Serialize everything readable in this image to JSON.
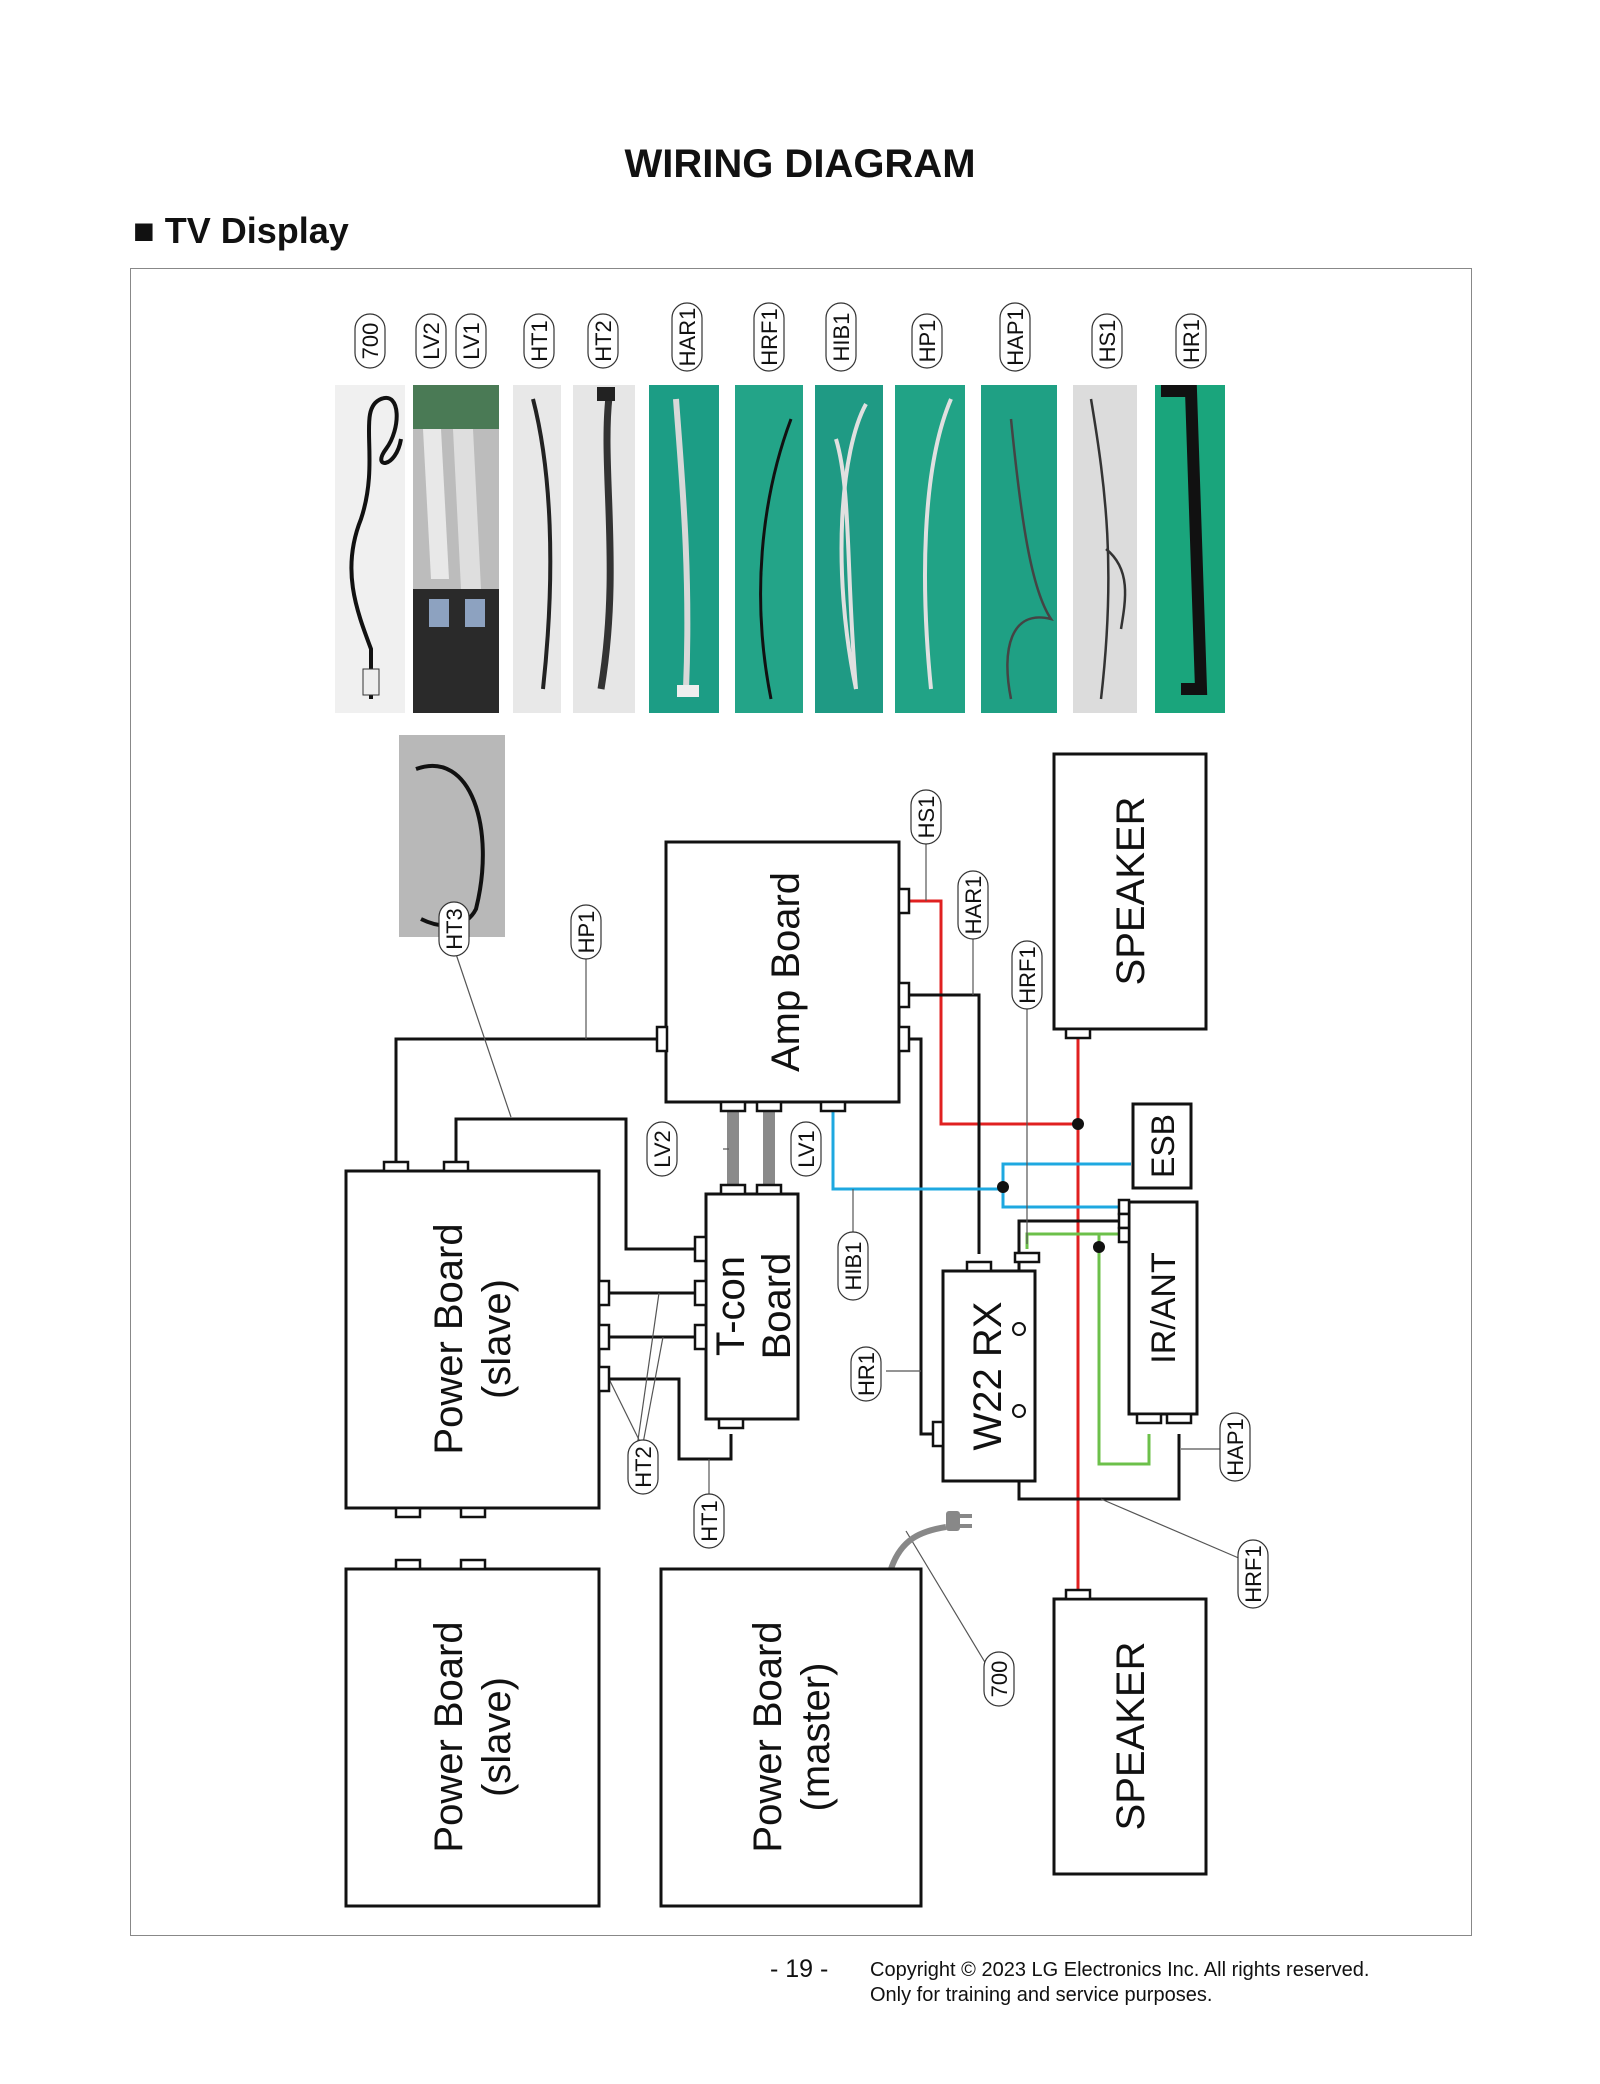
{
  "page": {
    "title": "WIRING DIAGRAM",
    "section": "■ TV Display",
    "page_number": "- 19 -",
    "copyright_line1": "Copyright © 2023 LG Electronics Inc. All rights reserved.",
    "copyright_line2": "Only for training and service purposes."
  },
  "cables": [
    {
      "id": "cable-700",
      "labels": [
        "700"
      ],
      "photo": "black-power-cord",
      "bg": "#f0f0f0"
    },
    {
      "id": "cable-lv",
      "labels": [
        "LV2",
        "LV1"
      ],
      "photo": "flat-ribbon-cables",
      "bg": "#bcbcbc"
    },
    {
      "id": "cable-ht1",
      "labels": [
        "HT1"
      ],
      "photo": "short-harness",
      "bg": "#e8e8e8"
    },
    {
      "id": "cable-ht2",
      "labels": [
        "HT2"
      ],
      "photo": "multi-wire-harness",
      "bg": "#e6e6e6"
    },
    {
      "id": "cable-har1",
      "labels": [
        "HAR1"
      ],
      "photo": "twisted-harness",
      "bg": "#1c9d85"
    },
    {
      "id": "cable-hrf1",
      "labels": [
        "HRF1"
      ],
      "photo": "single-wire",
      "bg": "#23a488"
    },
    {
      "id": "cable-hib1",
      "labels": [
        "HIB1"
      ],
      "photo": "branched-harness",
      "bg": "#1f9a84"
    },
    {
      "id": "cable-hp1",
      "labels": [
        "HP1"
      ],
      "photo": "wire-pair",
      "bg": "#21a386"
    },
    {
      "id": "cable-hap1",
      "labels": [
        "HAP1"
      ],
      "photo": "thin-wire-loop",
      "bg": "#1fa084"
    },
    {
      "id": "cable-hs1",
      "labels": [
        "HS1"
      ],
      "photo": "speaker-wire",
      "bg": "#dcdcdc"
    },
    {
      "id": "cable-hr1",
      "labels": [
        "HR1"
      ],
      "photo": "flat-flex-cable",
      "bg": "#1aa57c"
    }
  ],
  "extra_cable": {
    "id": "cable-ht3",
    "photo": "coiled-harness",
    "bg": "#b8b8b8"
  },
  "boards": {
    "amp": "Amp Board",
    "tcon": [
      "T-con",
      "Board"
    ],
    "power_slave_top": [
      "Power Board",
      "(slave)"
    ],
    "power_slave_bottom": [
      "Power Board",
      "(slave)"
    ],
    "power_master": [
      "Power Board",
      "(master)"
    ],
    "w22": "W22 RX",
    "irant": "IR/ANT",
    "esb": "ESB",
    "speaker_top": "SPEAKER",
    "speaker_bottom": "SPEAKER"
  },
  "connector_labels": {
    "ht3": "HT3",
    "hp1": "HP1",
    "hs1": "HS1",
    "har1": "HAR1",
    "hrf1_top": "HRF1",
    "lv2": "LV2",
    "lv1": "LV1",
    "hib1": "HIB1",
    "hr1": "HR1",
    "ht2": "HT2",
    "ht1": "HT1",
    "hap1": "HAP1",
    "hrf1_bottom": "HRF1",
    "c700": "700"
  },
  "colors": {
    "speaker_wire": "#e02020",
    "ir_wire": "#1ea8e0",
    "ant_wire": "#6cc04a",
    "lvds": "#8a8a8a",
    "line": "#111111"
  }
}
